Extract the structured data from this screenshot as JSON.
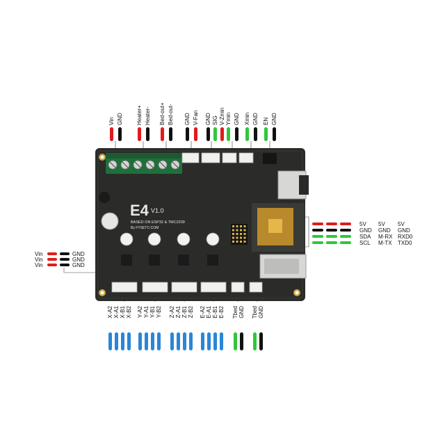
{
  "board": {
    "model": "E4",
    "version": "V1.0",
    "based_on": "BASED ON ESP32 & TMC2209",
    "maker": "By FYSETC-COM"
  },
  "colors": {
    "red": "#e11b1b",
    "black": "#111111",
    "green": "#2fc73a",
    "blue": "#2a86d6",
    "pcb": "#2b2b29",
    "terminal": "#1f6f3a",
    "connector": "#f0f0ee"
  },
  "top_pins": [
    {
      "label": "Vin",
      "color": "red"
    },
    {
      "label": "GND",
      "color": "black"
    },
    {
      "label": "Heater+",
      "color": "red"
    },
    {
      "label": "Heater-",
      "color": "black"
    },
    {
      "label": "Bed-out+",
      "color": "red"
    },
    {
      "label": "Bed-out-",
      "color": "black"
    },
    {
      "label": "GND",
      "color": "black"
    },
    {
      "label": "V-Fan",
      "color": "red"
    },
    {
      "label": "GND",
      "color": "black"
    },
    {
      "label": "SIG",
      "color": "green"
    },
    {
      "label": "V-Zmin",
      "color": "red"
    },
    {
      "label": "Ymin",
      "color": "green"
    },
    {
      "label": "GND",
      "color": "black"
    },
    {
      "label": "Xmin",
      "color": "green"
    },
    {
      "label": "GND",
      "color": "black"
    },
    {
      "label": "EN",
      "color": "green"
    },
    {
      "label": "GND",
      "color": "black"
    }
  ],
  "bottom_pins": [
    {
      "label": "X-A2",
      "color": "blue"
    },
    {
      "label": "X-A1",
      "color": "blue"
    },
    {
      "label": "X-B1",
      "color": "blue"
    },
    {
      "label": "X-B2",
      "color": "blue"
    },
    {
      "label": "Y-A2",
      "color": "blue"
    },
    {
      "label": "Y-A1",
      "color": "blue"
    },
    {
      "label": "Y-B1",
      "color": "blue"
    },
    {
      "label": "Y-B2",
      "color": "blue"
    },
    {
      "label": "Z-A2",
      "color": "blue"
    },
    {
      "label": "Z-A1",
      "color": "blue"
    },
    {
      "label": "Z-B1",
      "color": "blue"
    },
    {
      "label": "Z-B2",
      "color": "blue"
    },
    {
      "label": "E-A2",
      "color": "blue"
    },
    {
      "label": "E-A1",
      "color": "blue"
    },
    {
      "label": "E-B1",
      "color": "blue"
    },
    {
      "label": "E-B2",
      "color": "blue"
    },
    {
      "label": "Tbed",
      "color": "green"
    },
    {
      "label": "GND",
      "color": "black"
    },
    {
      "label": "Tbed",
      "color": "green"
    },
    {
      "label": "GND",
      "color": "black"
    }
  ],
  "left_rows": [
    {
      "left": "Vin",
      "right": "GND"
    },
    {
      "left": "Vin",
      "right": "GND"
    },
    {
      "left": "Vin",
      "right": "GND"
    }
  ],
  "right_rows": [
    {
      "c1": "5V",
      "c2": "5V",
      "c3": "5V",
      "color": "red"
    },
    {
      "c1": "GND",
      "c2": "GND",
      "c3": "GND",
      "color": "black"
    },
    {
      "c1": "SDA",
      "c2": "M-RX",
      "c3": "RXD0",
      "color": "green"
    },
    {
      "c1": "SCL",
      "c2": "M-TX",
      "c3": "TXD0",
      "color": "green"
    }
  ]
}
